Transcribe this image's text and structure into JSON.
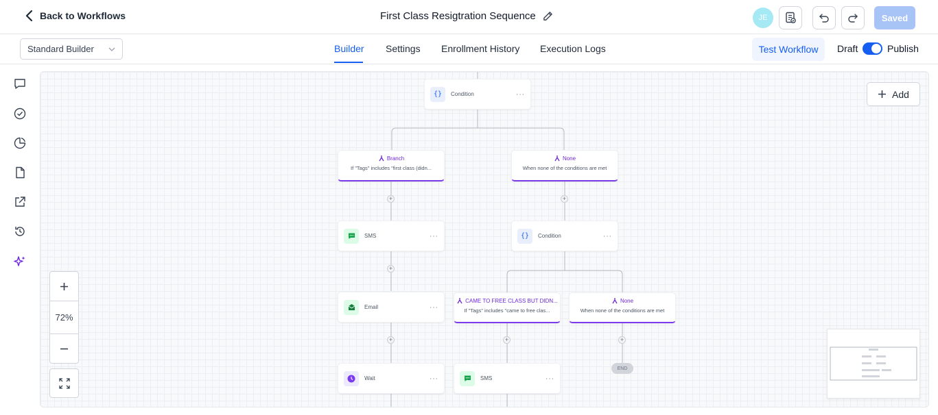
{
  "header": {
    "back_label": "Back to Workflows",
    "workflow_title": "First Class Resigtration Sequence",
    "avatar_initials": "JE",
    "saved_label": "Saved"
  },
  "subheader": {
    "builder_select_value": "Standard Builder",
    "tabs": [
      {
        "label": "Builder",
        "active": true
      },
      {
        "label": "Settings",
        "active": false
      },
      {
        "label": "Enrollment History",
        "active": false
      },
      {
        "label": "Execution Logs",
        "active": false
      }
    ],
    "test_workflow_label": "Test Workflow",
    "draft_label": "Draft",
    "publish_label": "Publish",
    "published": true
  },
  "sidebar": {
    "icons": [
      "chat-bubble-icon",
      "check-circle-icon",
      "pie-chart-icon",
      "document-icon",
      "external-link-icon",
      "history-icon",
      "sparkles-icon"
    ]
  },
  "canvas": {
    "add_label": "Add",
    "zoom_level": "72%",
    "nodes": {
      "condition_top": "Condition",
      "branch_left_title": "Branch",
      "branch_left_desc": "If \"Tags\" includes \"first class (didn...",
      "branch_right_title": "None",
      "branch_right_desc": "When none of the conditions are met",
      "sms_left": "SMS",
      "condition_right": "Condition",
      "email": "Email",
      "branch_mid_title": "CAME TO FREE CLASS BUT DIDN...",
      "branch_mid_desc": "If \"Tags\" includes \"came to free clas...",
      "branch_far_title": "None",
      "branch_far_desc": "When none of the conditions are met",
      "wait": "Wait",
      "sms_mid": "SMS",
      "end_label": "END"
    }
  },
  "colors": {
    "accent": "#155eef",
    "branch": "#7c3aed",
    "sms_green": "#16a34a",
    "saved_bg": "#a8c4f7"
  }
}
